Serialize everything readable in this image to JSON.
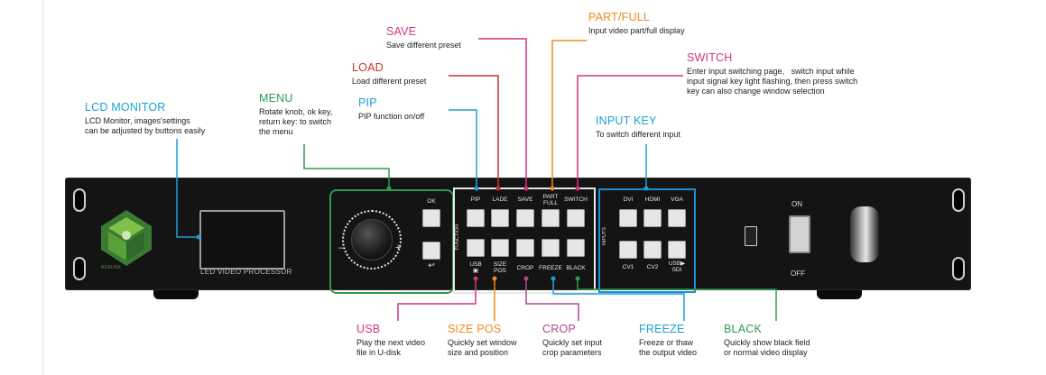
{
  "callouts": {
    "lcd_monitor": {
      "title": "LCD MONITOR",
      "desc": "LCD Monitor, images'settings\ncan be adjusted by buttons easily",
      "color": "#1ea0d6"
    },
    "menu": {
      "title": "MENU",
      "desc": "Rotate knob, ok key,\nreturn key: to switch\nthe menu",
      "color": "#2f9a4c"
    },
    "pip": {
      "title": "PIP",
      "desc": "PIP function on/off",
      "color": "#1ea0d6"
    },
    "load": {
      "title": "LOAD",
      "desc": "Load different preset",
      "color": "#c8322a"
    },
    "save": {
      "title": "SAVE",
      "desc": "Save different preset",
      "color": "#d6337f"
    },
    "part_full": {
      "title": "PART/FULL",
      "desc": "Input video part/full display",
      "color": "#ef8a1c"
    },
    "switch": {
      "title": "SWITCH",
      "desc": "Enter input switching page,   switch input while\ninput signal key light flashing, then press switch\nkey can also change window selection",
      "color": "#d6337f"
    },
    "input_key": {
      "title": "INPUT KEY",
      "desc": "To switch different input",
      "color": "#1ea0d6"
    },
    "usb": {
      "title": "USB",
      "desc": "Play the next video\nfile in U-disk",
      "color": "#d6337f"
    },
    "size_pos": {
      "title": "SIZE POS",
      "desc": "Quickly set window\nsize and position",
      "color": "#ef8a1c"
    },
    "crop": {
      "title": "CROP",
      "desc": "Quickly set input\ncrop parameters",
      "color": "#b2478a"
    },
    "freeze": {
      "title": "FREEZE",
      "desc": "Freeze or thaw\nthe output video",
      "color": "#1ea0d6"
    },
    "black": {
      "title": "BLACK",
      "desc": "Quickly show black field\nor normal video display",
      "color": "#2f9a4c"
    }
  },
  "device": {
    "lcd_label": "LED VIDEO PROCESSOR",
    "ok_label": "OK",
    "back_label": "↩",
    "function_tag": "FUNCTION",
    "inputs_tag": "INPUTS",
    "func_top": [
      "PIP",
      "LADE",
      "SAVE",
      "PART\nFULL",
      "SWITCH"
    ],
    "func_bottom": [
      "USB\n▣",
      "SIZE\nPOS",
      "CROP",
      "FREEZE",
      "BLACK"
    ],
    "inputs_top": [
      "DVI",
      "HDMI",
      "VGA"
    ],
    "inputs_bottom": [
      "CV1",
      "CV2",
      "USB▶\nSDI"
    ],
    "power_on": "ON",
    "power_off": "OFF",
    "logo_text": "RGBLINK"
  }
}
